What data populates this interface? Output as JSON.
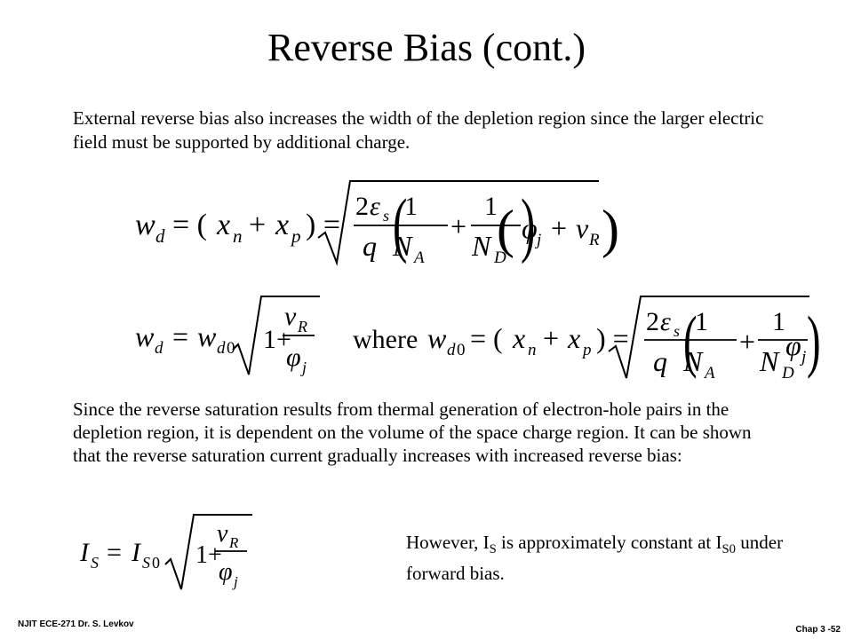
{
  "slide": {
    "title": "Reverse Bias (cont.)",
    "intro_text": "External reverse bias also increases the width of the depletion region since the larger electric field must be supported by additional charge.",
    "saturation_text": "Since the reverse saturation results from thermal generation of electron-hole pairs in the depletion region, it is dependent on the volume of the space charge region.  It can be shown that the reverse saturation current gradually increases with increased reverse bias:",
    "note": {
      "prefix": "However, I",
      "sub1": "S",
      "middle": " is approximately constant at I",
      "sub2": "S0",
      "suffix": " under forward bias."
    },
    "footer_left": "NJIT ECE-271   Dr. S. Levkov",
    "footer_right": "Chap 3 -52"
  },
  "equations": {
    "where_label": "where"
  }
}
